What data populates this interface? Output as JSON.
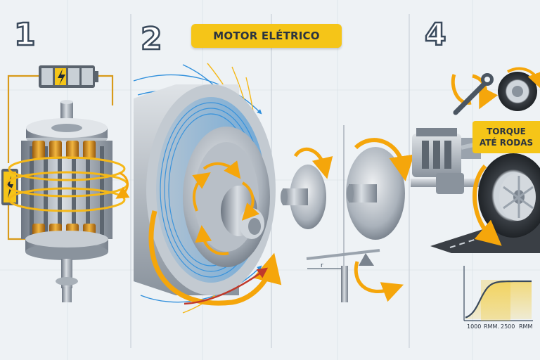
{
  "panels": [
    {
      "number": "1"
    },
    {
      "number": "2"
    },
    {
      "number": "4"
    }
  ],
  "title": "MOTOR ELÉTRICO",
  "torque_label": {
    "line1": "TORQUE",
    "line2": "ATÉ RODAS"
  },
  "rpm_chart": {
    "tick_labels": [
      "1000",
      "RMM.",
      "2500",
      "RMM"
    ]
  },
  "colors": {
    "accent_yellow": "#f5c518",
    "field_blue": "#2f8fdc",
    "metal_gray": "#9aa3ad",
    "copper": "#d8901c",
    "background": "#eef2f5"
  },
  "icons": [
    "battery-icon",
    "wrench-icon",
    "tire-icon",
    "torque-arrow-icon"
  ]
}
